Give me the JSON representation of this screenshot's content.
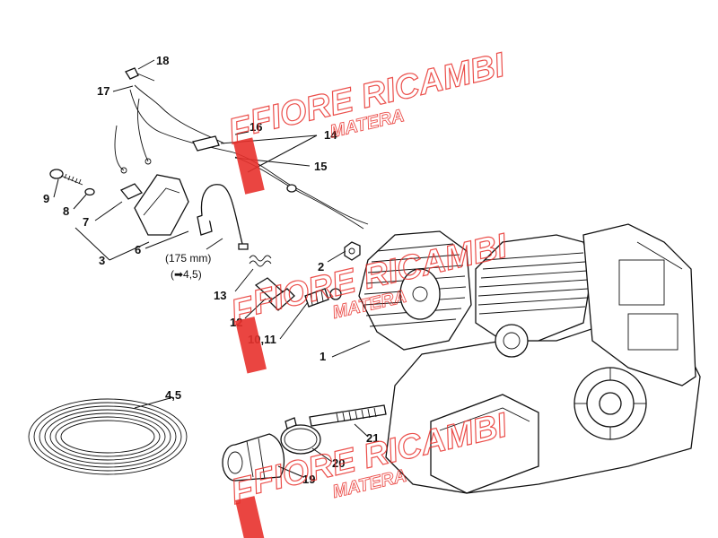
{
  "diagram": {
    "callouts": {
      "c18": "18",
      "c17": "17",
      "c16": "16",
      "c14": "14",
      "c15": "15",
      "c9": "9",
      "c8": "8",
      "c7": "7",
      "c6": "6",
      "c3": "3",
      "c2": "2",
      "c13": "13",
      "c12": "12",
      "c1011": "10,11",
      "c1": "1",
      "c45a": "4,5",
      "c21": "21",
      "c20": "20",
      "c19": "19"
    },
    "notes": {
      "length": "(175 mm)",
      "ref": "(➡4,5)"
    }
  },
  "watermark": {
    "logo_letter": "F",
    "brand": "FIORE RICAMBI",
    "city": "MATERA",
    "color": "#e8312c"
  }
}
